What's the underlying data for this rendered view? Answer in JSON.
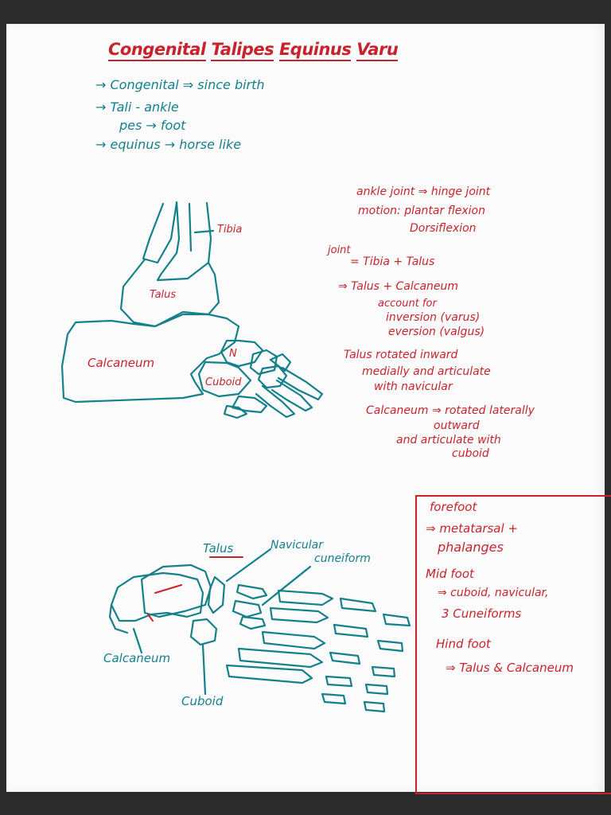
{
  "colors": {
    "red_ink": "#c8232c",
    "teal_ink": "#14808a",
    "paper": "#fbfbfc"
  },
  "title": {
    "words": [
      "Congenital",
      "Talipes",
      "Equinus",
      "Varu"
    ]
  },
  "intro": {
    "lines": [
      "Congenital ⇒ since birth",
      "Tali - ankle",
      "pes → foot",
      "equinus → horse like"
    ]
  },
  "notes": {
    "ankle_joint": "ankle joint ⇒ hinge joint",
    "motion": "motion: plantar flexion",
    "dorsiflexion": "Dorsiflexion",
    "joint": "joint",
    "joint_formula": "= Tibia + Talus",
    "talus_calc": "⇒ Talus + Calcaneum",
    "account_for": "account for",
    "inversion": "inversion (varus)",
    "eversion": "eversion (valgus)",
    "talus_rotated": "Talus rotated inward",
    "medially": "medially and articulate",
    "with_navicular": "with navicular",
    "calc_rotated": "Calcaneum ⇒ rotated laterally",
    "outward": "outward",
    "articulate_cuboid": "and articulate with",
    "cuboid": "cuboid"
  },
  "diagram1": {
    "labels": {
      "tibia": "Tibia",
      "talus": "Talus",
      "calcaneum": "Calcaneum",
      "n": "N",
      "cuboid": "Cuboid"
    }
  },
  "diagram2": {
    "labels": {
      "talus": "Talus",
      "navicular": "Navicular",
      "cuneiform": "cuneiform",
      "calcaneum": "Calcaneum",
      "cuboid": "Cuboid"
    }
  },
  "box": {
    "forefoot": "forefoot",
    "forefoot_desc1": "⇒ metatarsal +",
    "forefoot_desc2": "phalanges",
    "midfoot": "Mid foot",
    "midfoot_desc1": "⇒ cuboid, navicular,",
    "midfoot_desc2": "3 Cuneiforms",
    "hindfoot": "Hind foot",
    "hindfoot_desc": "⇒ Talus & Calcaneum"
  },
  "icons": {
    "bullet": "arrow-bullet-icon"
  }
}
